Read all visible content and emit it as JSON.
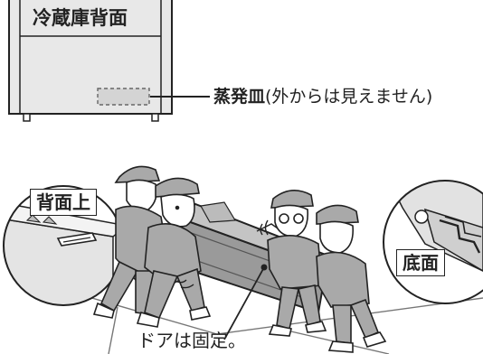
{
  "labels": {
    "fridge_back_title": "冷蔵庫背面",
    "evaporator_bold": "蒸発皿",
    "evaporator_note": "(外からは見えません)",
    "back_top": "背面上",
    "bottom": "底面",
    "door_fixed": "ドアは固定。"
  },
  "icons": {
    "workers": "four-workers-carrying-fridge-illustration",
    "rope": "coiled-rope-icon"
  },
  "colors": {
    "stroke": "#222222",
    "worker_fill": "#a9a9a9",
    "fridge_fill": "#9a9a9a",
    "panel_fill": "#e6e6e6"
  }
}
